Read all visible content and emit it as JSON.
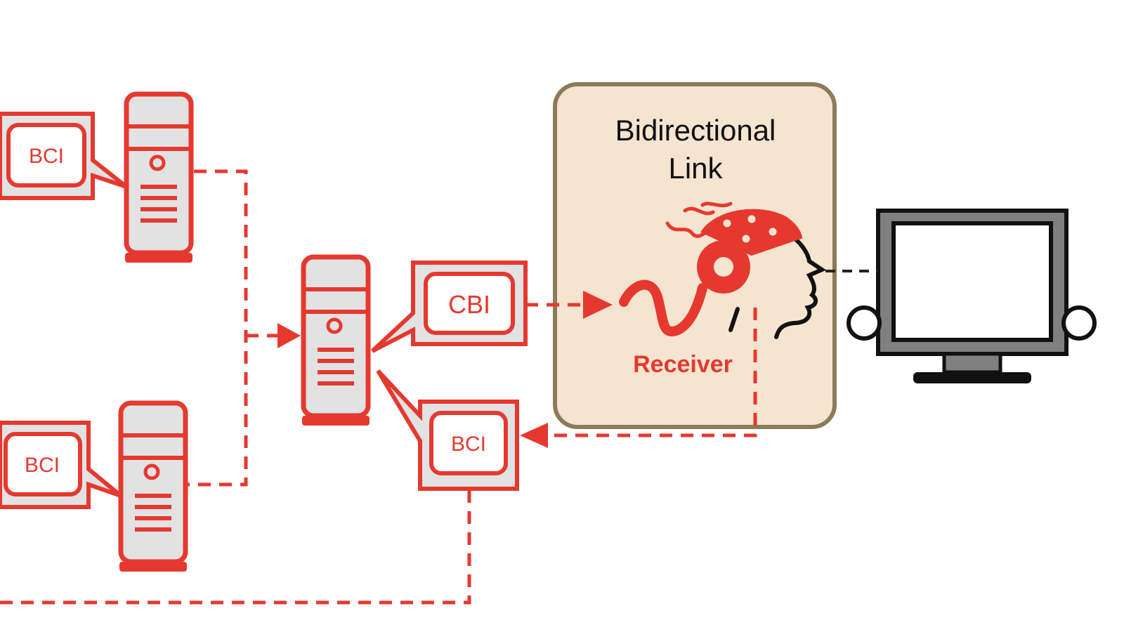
{
  "labels": {
    "bci_top_left": "BCI",
    "bci_bottom_left": "BCI",
    "cbi_center": "CBI",
    "bci_center": "BCI"
  },
  "panel": {
    "title_line1": "Bidirectional",
    "title_line2": "Link",
    "receiver": "Receiver"
  },
  "colors": {
    "accent_red": "#e5392f",
    "panel_fill": "#f5e4d0",
    "panel_border": "#8b7b58",
    "monitor_frame": "#808080"
  },
  "icons": [
    "computer-tower-icon",
    "speech-callout-icon",
    "eeg-head-icon",
    "monitor-icon"
  ]
}
